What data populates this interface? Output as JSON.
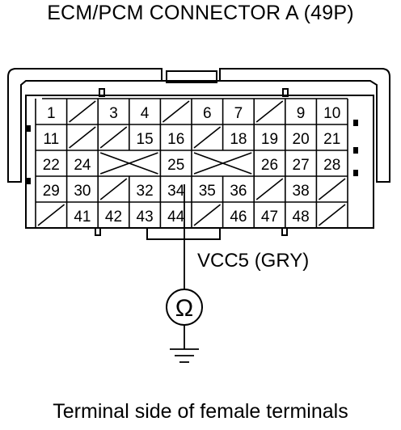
{
  "title": "ECM/PCM CONNECTOR A (49P)",
  "caption": "Terminal side of female terminals",
  "wire_label": "VCC5 (GRY)",
  "meter_symbol": "Ω",
  "connector": {
    "rows": [
      [
        "1",
        "",
        "3",
        "4",
        "",
        "6",
        "7",
        "",
        "9",
        "10"
      ],
      [
        "11",
        "",
        "",
        "15",
        "16",
        "",
        "18",
        "19",
        "20",
        "21"
      ],
      [
        "22",
        "24",
        "25",
        "26",
        "27",
        "28"
      ],
      [
        "29",
        "30",
        "",
        "32",
        "34",
        "35",
        "36",
        "",
        "38",
        ""
      ],
      [
        "",
        "41",
        "42",
        "43",
        "44",
        "",
        "46",
        "47",
        "48",
        ""
      ]
    ]
  },
  "probe_terminal": "34",
  "icons": [
    "ohmmeter-icon",
    "ground-icon"
  ]
}
